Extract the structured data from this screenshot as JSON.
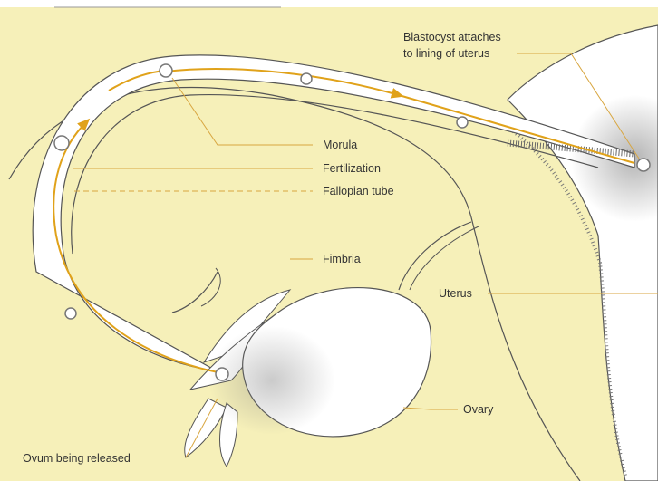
{
  "labels": {
    "blastocyst_line1": "Blastocyst attaches",
    "blastocyst_line2": "to lining of uterus",
    "morula": "Morula",
    "fertilization": "Fertilization",
    "fallopian_tube": "Fallopian tube",
    "fimbria": "Fimbria",
    "uterus": "Uterus",
    "ovary": "Ovary",
    "ovum_released": "Ovum being released"
  },
  "colors": {
    "background": "#f6f0b9",
    "tube_fill": "#ffffff",
    "tube_outline": "#555555",
    "path_arrow": "#e0a21a",
    "leader_line": "#d8a640",
    "cell": "#888888"
  }
}
